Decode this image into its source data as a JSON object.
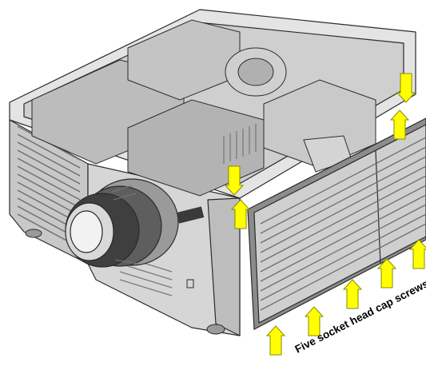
{
  "figure": {
    "annotation": "Five socket head cap screws",
    "colors": {
      "arrow_fill": "#ffff00",
      "arrow_stroke": "#8a8a00",
      "chassis_fill": "#d9d9d9",
      "chassis_dark": "#8c8c8c",
      "line": "#2b2b2b",
      "grille": "#6e6e6e"
    },
    "callouts": {
      "remove_screw_arrows": 5,
      "access_panel_arrows": 4
    }
  }
}
